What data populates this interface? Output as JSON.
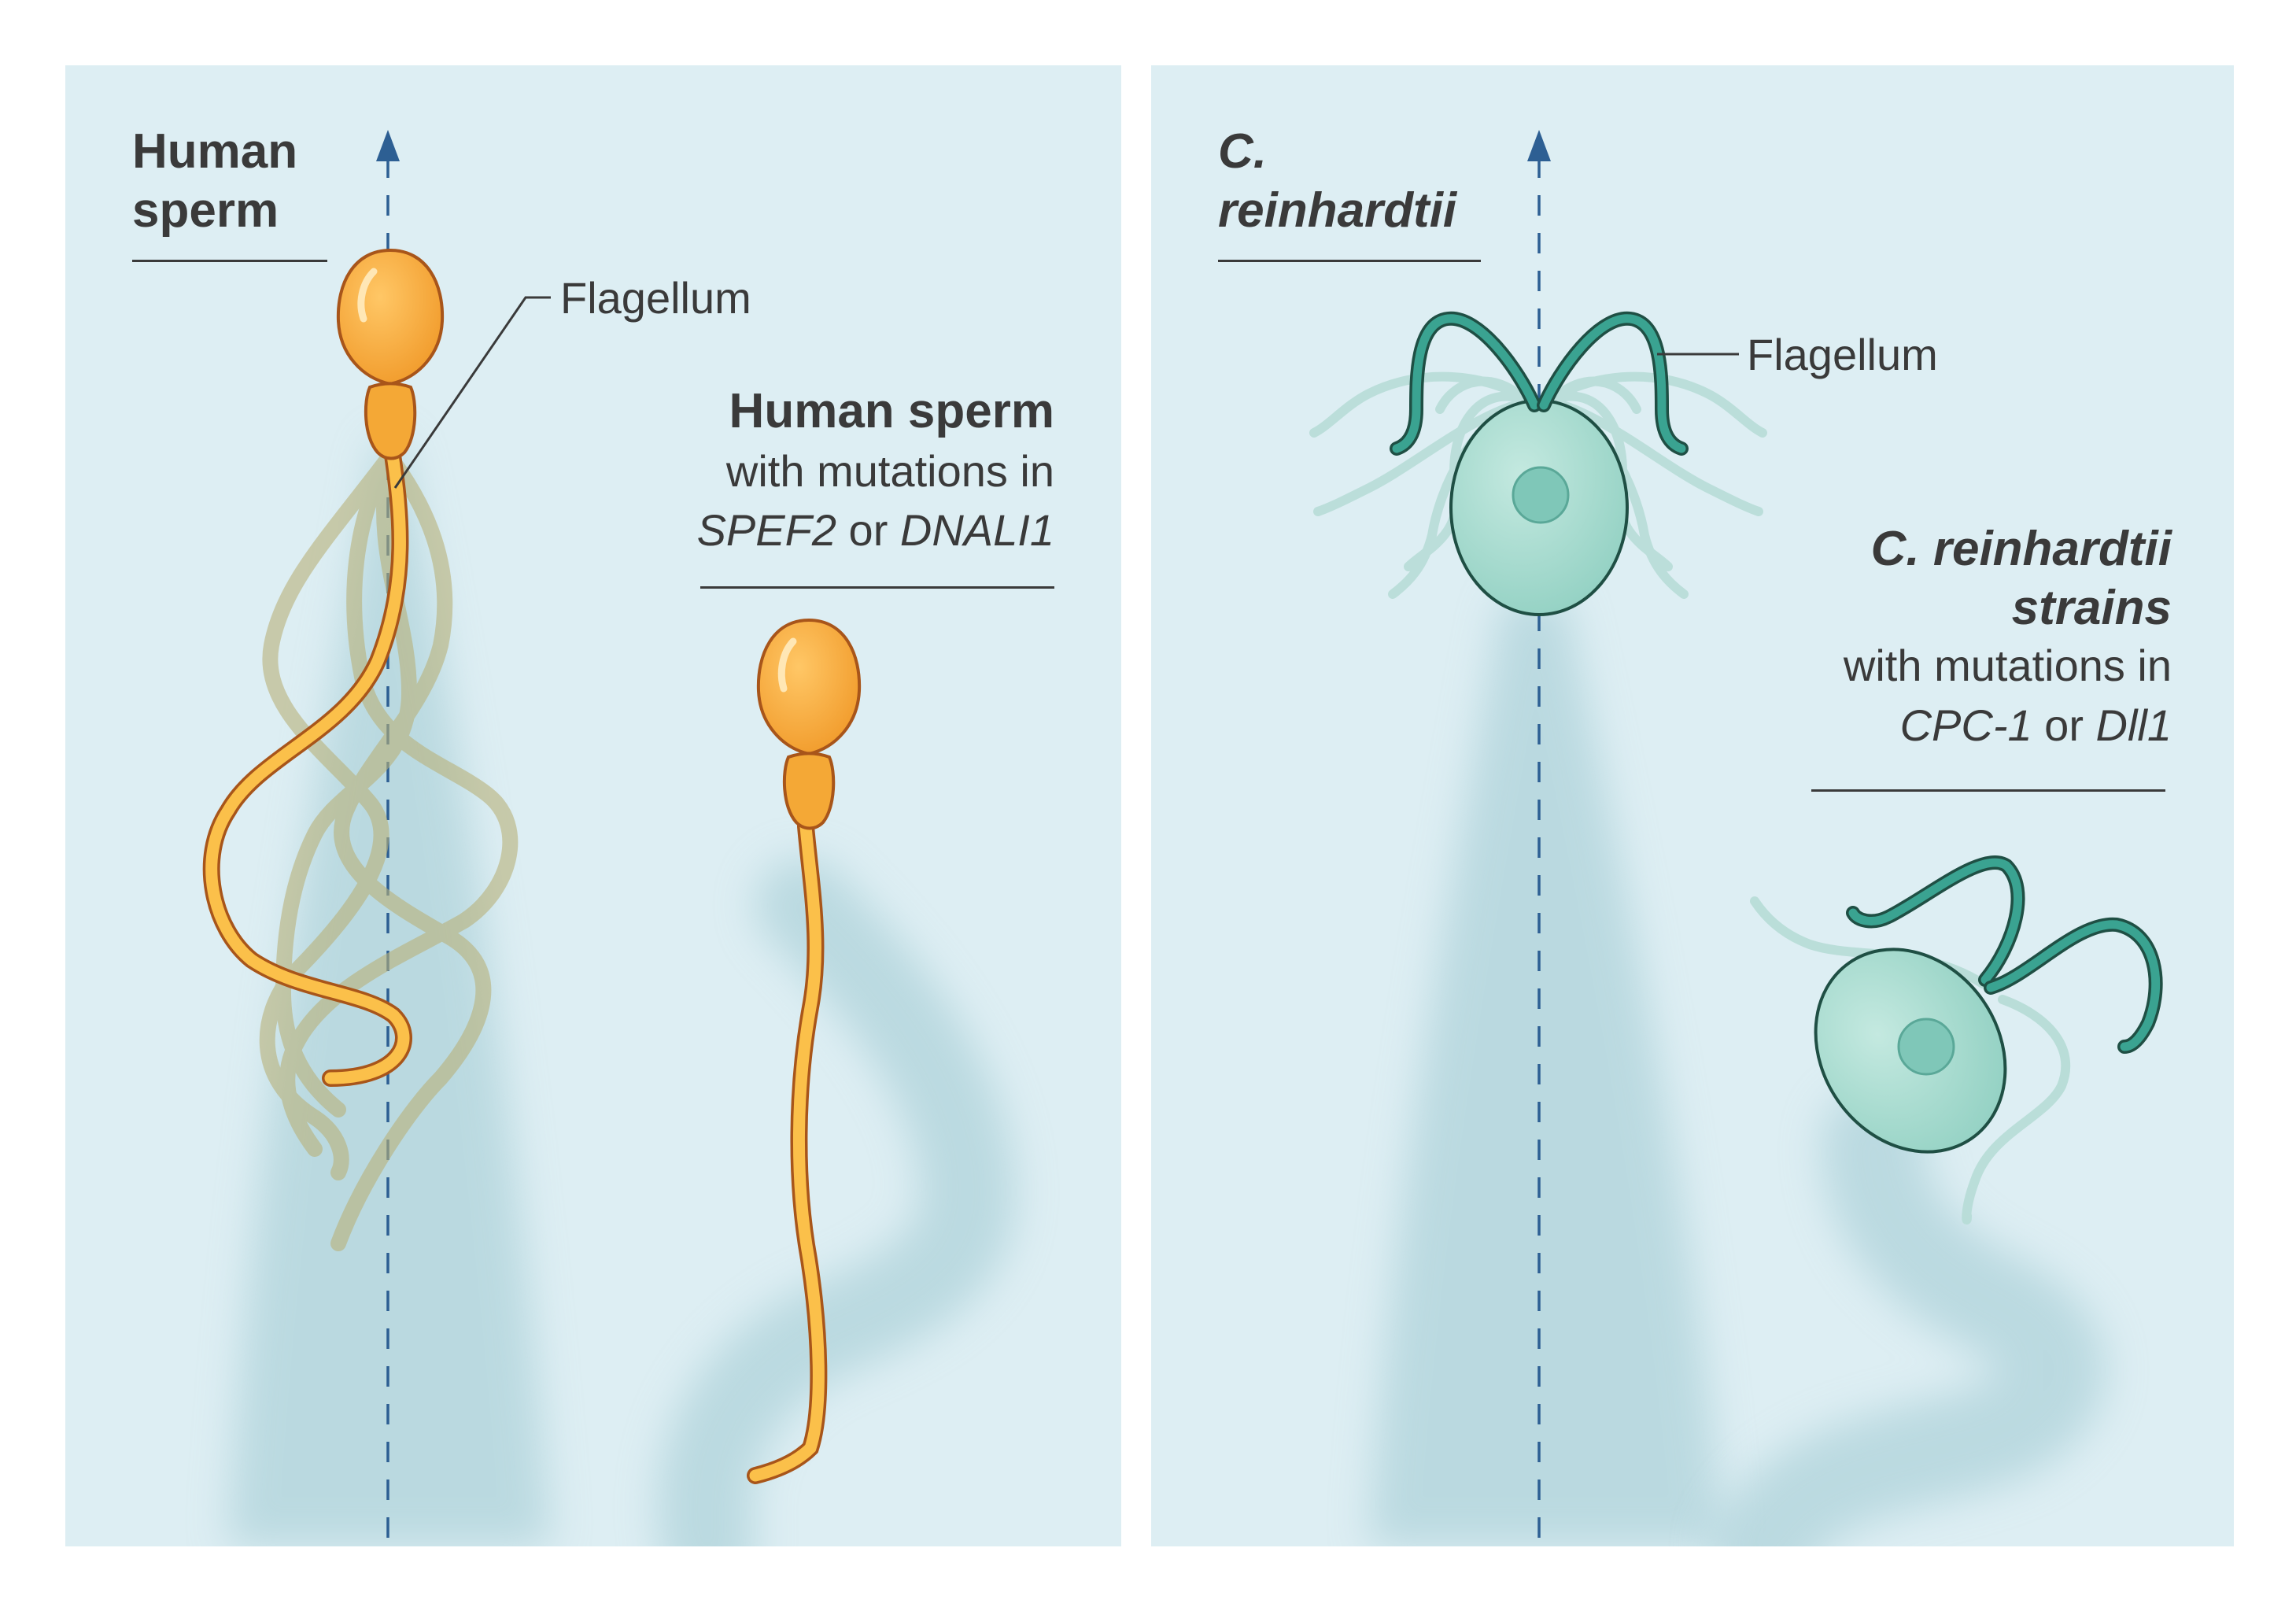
{
  "colors": {
    "panel_bg": "#ddeef3",
    "sperm_fill": "#f5a93a",
    "sperm_outline": "#a8551a",
    "alga_fill": "#a8dcd0",
    "alga_outline": "#1f4f44",
    "flagellum_green": "#2e9a88",
    "axis_dashes": "#2d5f93"
  },
  "left_panel": {
    "title_line1": "Human",
    "title_line2": "sperm",
    "flagellum_label": "Flagellum",
    "mutant_title": "Human sperm",
    "mutant_line2": "with mutations in",
    "mutant_gene1": "SPEF2",
    "mutant_or": " or ",
    "mutant_gene2": "DNALI1"
  },
  "right_panel": {
    "title_line1": "C.",
    "title_line2": "reinhardtii",
    "flagellum_label": "Flagellum",
    "mutant_title_line1": "C. reinhardtii",
    "mutant_title_line2": "strains",
    "mutant_line3": "with mutations in",
    "mutant_gene1": "CPC-1",
    "mutant_or": " or ",
    "mutant_gene2": "Dll1"
  }
}
